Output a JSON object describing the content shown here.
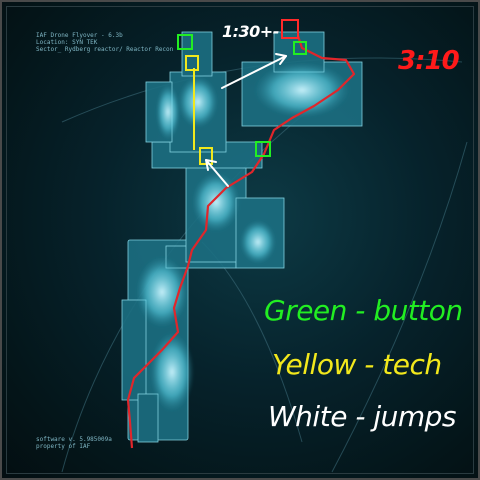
{
  "hud": {
    "line1": "IAF Drone Flyover - 6.3b",
    "line2": "Location: SYN TEK",
    "line3": "Sector_ Rydberg reactor/ Reactor Recon",
    "bottom1": "software v. 5.985009a",
    "bottom2": "property of IAF"
  },
  "timers": {
    "segment": "1:30+-",
    "total": "3:10"
  },
  "legend": {
    "green": "Green - button",
    "yellow": "Yellow - tech",
    "white": "White - jumps"
  },
  "colors": {
    "route": "#e0262b",
    "button_marker": "#22ee22",
    "tech_marker": "#f2e81c",
    "jump_marker": "#ffffff",
    "checkpoint": "#ff2a2a",
    "map_glow": "#5fd6ea"
  }
}
